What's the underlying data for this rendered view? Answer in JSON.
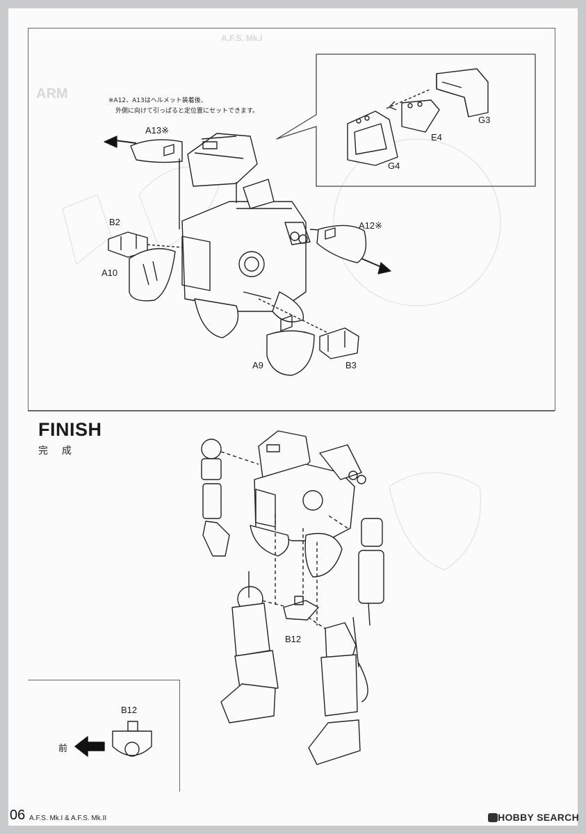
{
  "header": {
    "ghost_title": "A.F.S. Mk.I",
    "section_ghost": "ARM"
  },
  "assembly_note": {
    "line1": "※A12、A13はヘルメット装着後、",
    "line2": "外側に向けて引っぱると定位置にセットできます。"
  },
  "parts_top": {
    "a13": "A13※",
    "a12": "A12※",
    "b2": "B2",
    "a10": "A10",
    "a9": "A9",
    "b3": "B3",
    "g3": "G3",
    "e4": "E4",
    "g4": "G4"
  },
  "finish": {
    "title": "FINISH",
    "subtitle_jp": "完 成",
    "part_b12": "B12"
  },
  "inset": {
    "part": "B12",
    "front_jp": "前"
  },
  "footer": {
    "page_number": "06",
    "product": "A.F.S. Mk.I & A.F.S. Mk.II",
    "brand": "HOBBY SEARCH"
  }
}
